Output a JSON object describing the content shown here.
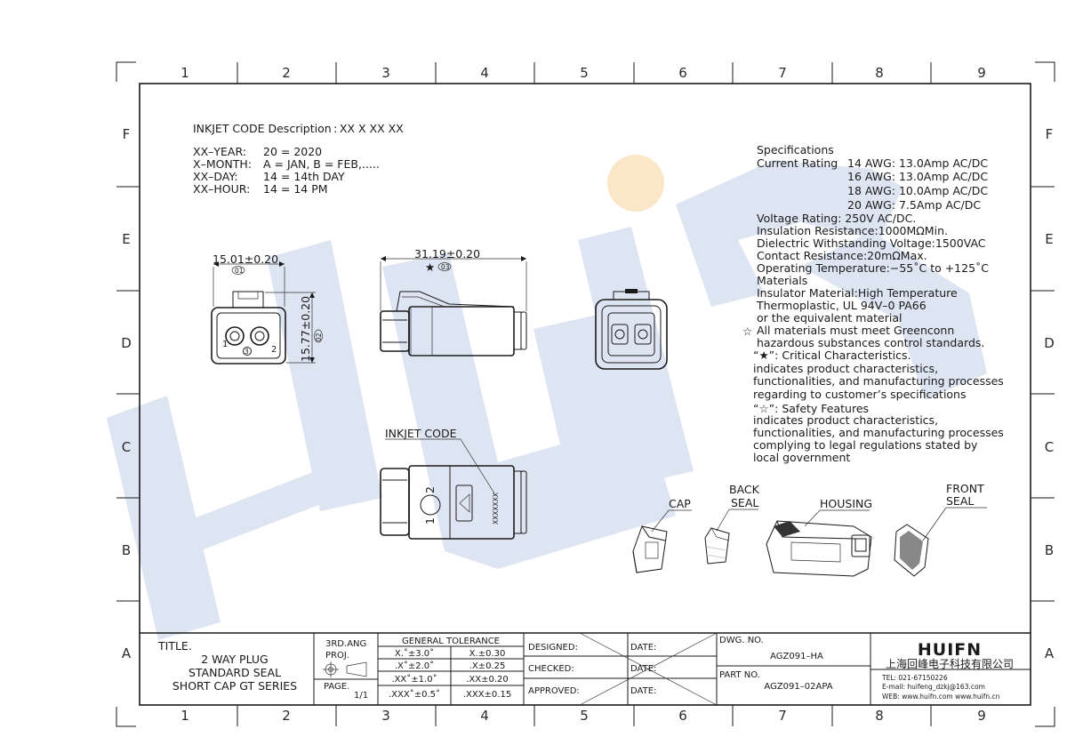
{
  "grid": {
    "cols": [
      "1",
      "2",
      "3",
      "4",
      "5",
      "6",
      "7",
      "8",
      "9"
    ],
    "rows": [
      "F",
      "E",
      "D",
      "C",
      "B",
      "A"
    ]
  },
  "inkjet": {
    "title": "INKJET CODE  Description : XX  X  XX  XX",
    "year_key": "XX–YEAR:",
    "year_val": "20  =  2020",
    "month_key": "X–MONTH:",
    "month_val": "A  =  JAN,  B  =  FEB,.....",
    "day_key": "XX–DAY:",
    "day_val": "14  =  14th  DAY",
    "hour_key": "XX–HOUR:",
    "hour_val": "14  =  14  PM"
  },
  "dims": {
    "width": "15.01±0.20",
    "width_tag": "01",
    "height": "15.77±0.20",
    "height_tag": "02",
    "length": "31.19±0.20",
    "length_tag": "03"
  },
  "specs": {
    "heading": "Specifications",
    "current_label": "Current  Rating",
    "current_1": "14  AWG:  13.0Amp  AC/DC",
    "current_2": "16  AWG:  13.0Amp  AC/DC",
    "current_3": "18  AWG:  10.0Amp  AC/DC",
    "current_4": "20  AWG:  7.5Amp    AC/DC",
    "voltage": "Voltage  Rating:  250V  AC/DC.",
    "insulation": "Insulation  Resistance:1000MΩMin.",
    "dielectric": "Dielectric  Withstanding  Voltage:1500VAC",
    "contact": "Contact  Resistance:20mΩMax.",
    "temperature": "Operating  Temperature:−55˚C  to  +125˚C",
    "materials": "Materials",
    "insulator_1": "Insulator  Material:High  Temperature",
    "insulator_2": "Thermoplastic,  UL  94V–0  PA66",
    "insulator_3": "or  the  equivalent  material",
    "green_1": "All  materials  must  meet  Greenconn",
    "green_2": "hazardous  substances  control  standards.",
    "critical_head": "“★”:  Critical  Characteristics.",
    "critical_1": "indicates  product  characteristics,",
    "critical_2": "functionalities,  and  manufacturing  processes",
    "critical_3": "regarding  to  customer’s  specifications",
    "safety_head": "“☆”:  Safety  Features",
    "safety_1": "indicates  product  characteristics,",
    "safety_2": "functionalities,  and  manufacturing  processes",
    "safety_3": "complying  to  legal  regulations  stated  by",
    "safety_4": "local  government"
  },
  "callouts": {
    "inkjet_code": "INKJET  CODE",
    "cap": "CAP",
    "back_seal_1": "BACK",
    "back_seal_2": "SEAL",
    "housing": "HOUSING",
    "front_seal_1": "FRONT",
    "front_seal_2": "SEAL",
    "pin_1": "1",
    "pin_2": "2",
    "pin_3": "3",
    "inkjet_sample": "XXXXXXX"
  },
  "title_block": {
    "title_label": "TITLE.",
    "title_1": "2  WAY  PLUG",
    "title_2": "STANDARD  SEAL",
    "title_3": "SHORT  CAP  GT  SERIES",
    "proj_1": "3RD.ANG",
    "proj_2": "PROJ.",
    "page_label": "PAGE.",
    "page_val": "1/1",
    "tol_header": "GENERAL  TOLERANCE",
    "tol_a1": "X.˚±3.0˚",
    "tol_b1": "X.±0.30",
    "tol_a2": ".X˚±2.0˚",
    "tol_b2": ".X±0.25",
    "tol_a3": ".XX˚±1.0˚",
    "tol_b3": ".XX±0.20",
    "tol_a4": ".XXX˚±0.5˚",
    "tol_b4": ".XXX±0.15",
    "designed": "DESIGNED:",
    "checked": "CHECKED:",
    "approved": "APPROVED:",
    "date": "DATE:",
    "dwg_label": "DWG.  NO.",
    "dwg_val": "AGZ091–HA",
    "part_label": "PART  NO.",
    "part_val": "AGZ091–02APA",
    "logo": "HUIFN",
    "company": "上海回峰电子科技有限公司",
    "tel": "TEL:  021-67150226",
    "email": "E-mail:  huifeng_dzkj@163.com",
    "web": "WEB:  www.huifn.com    www.huifn.cn"
  },
  "colors": {
    "watermark_blue": "#dde5f2",
    "watermark_orange": "#fbe6c8",
    "line": "#1a1a1a"
  }
}
